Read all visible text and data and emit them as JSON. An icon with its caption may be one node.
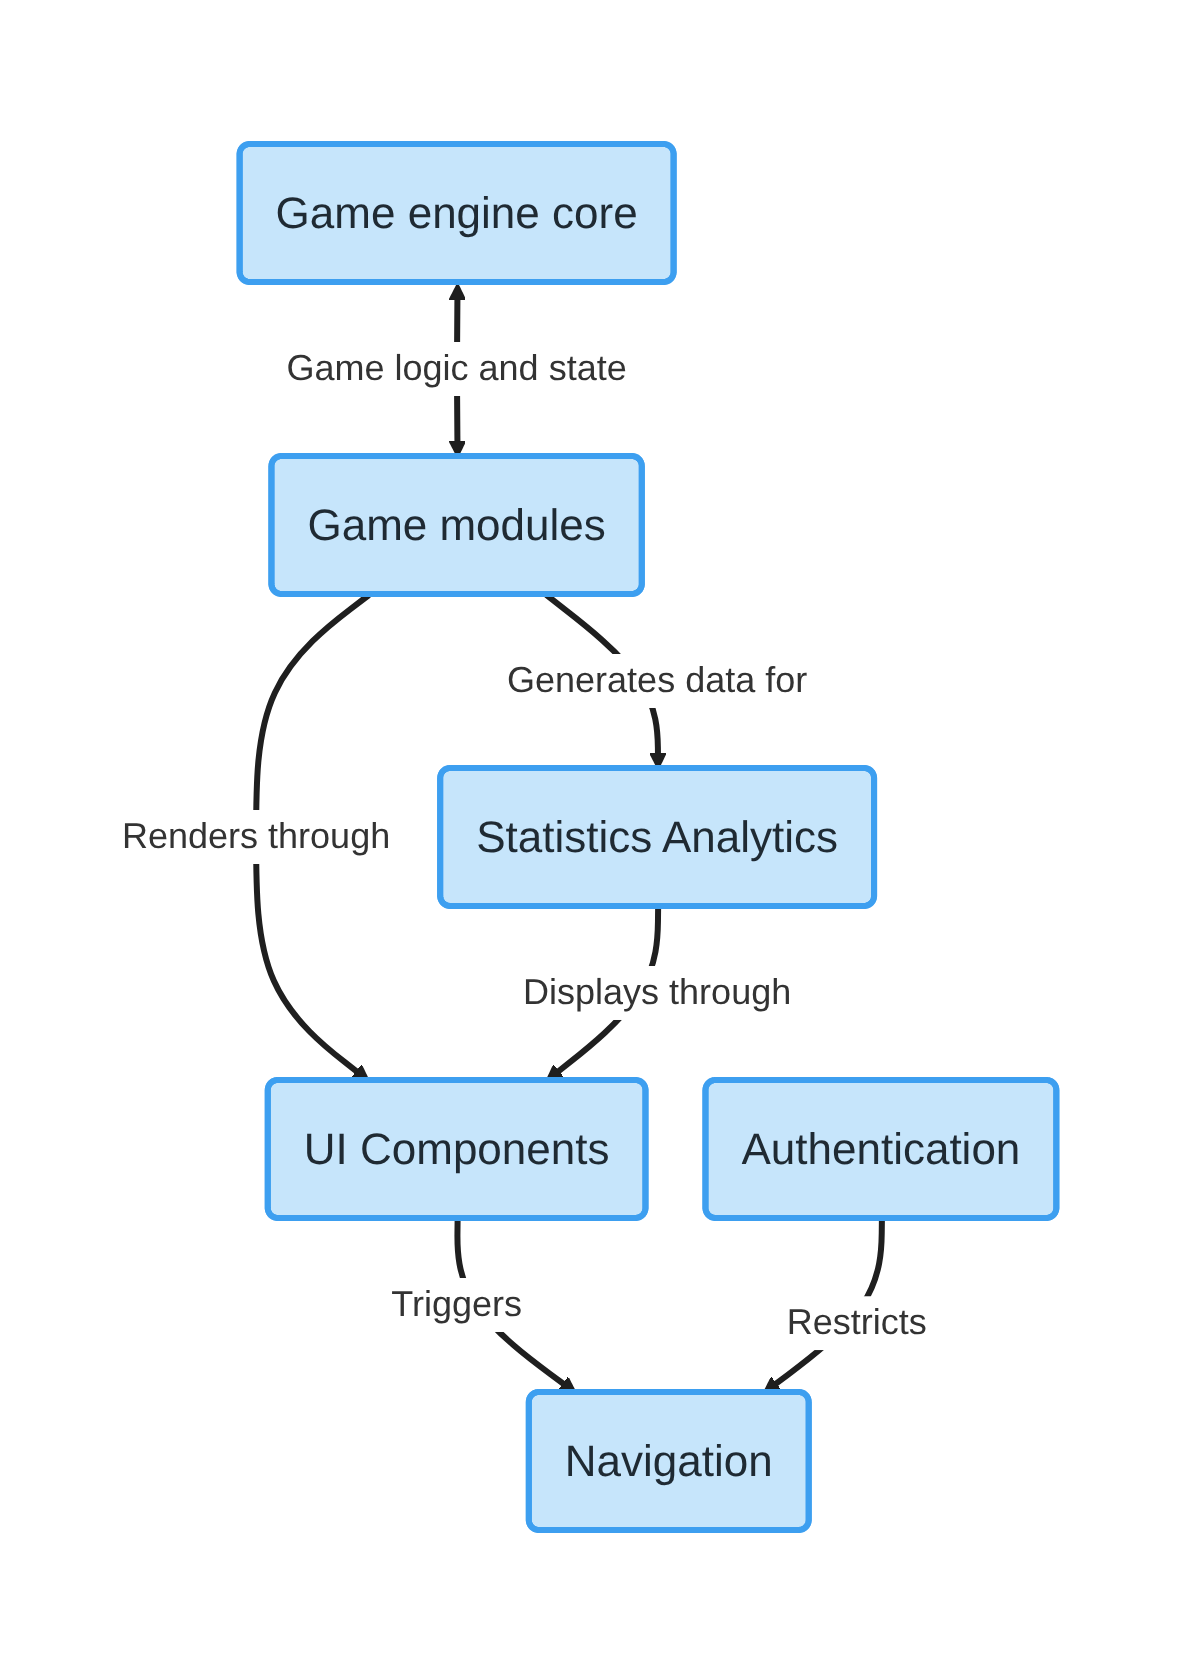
{
  "diagram": {
    "nodes": [
      {
        "text": [
          "Game engine core"
        ]
      },
      {
        "text": [
          "Game modules"
        ]
      },
      {
        "text": [
          "Statistics Analytics"
        ]
      },
      {
        "text": [
          "UI Components"
        ]
      },
      {
        "text": [
          "Authentication"
        ]
      },
      {
        "text": [
          "Navigation"
        ]
      }
    ],
    "edges": [
      {
        "from": 0,
        "to": 1,
        "arrow": "both",
        "label": "Game logic and state"
      },
      {
        "from": 1,
        "to": 2,
        "arrow": "to",
        "label": "Generates data for"
      },
      {
        "from": 1,
        "to": 3,
        "arrow": "to",
        "label": "Renders through"
      },
      {
        "from": 2,
        "to": 3,
        "arrow": "to",
        "label": "Displays through"
      },
      {
        "from": 3,
        "to": 5,
        "arrow": "to",
        "label": "Triggers"
      },
      {
        "from": 4,
        "to": 5,
        "arrow": "to",
        "label": "Restricts"
      }
    ]
  }
}
